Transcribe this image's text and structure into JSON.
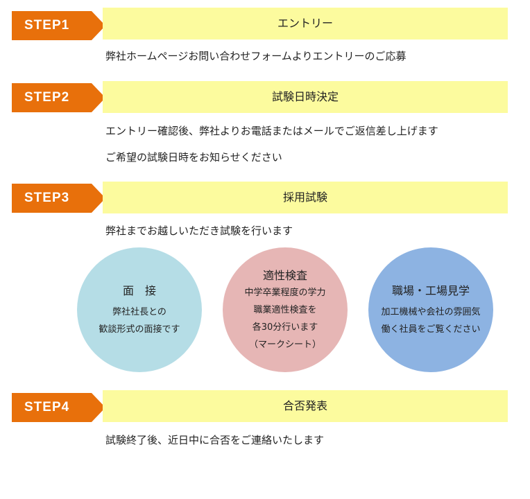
{
  "steps": [
    {
      "badge": "STEP1",
      "title": "エントリー",
      "lines": [
        "弊社ホームページお問い合わせフォームよりエントリーのご応募"
      ]
    },
    {
      "badge": "STEP2",
      "title": "試験日時決定",
      "lines": [
        "エントリー確認後、弊社よりお電話またはメールでご返信差し上げます",
        "ご希望の試験日時をお知らせください"
      ]
    },
    {
      "badge": "STEP3",
      "title": "採用試験",
      "lines": [
        "弊社までお越しいただき試験を行います"
      ]
    },
    {
      "badge": "STEP4",
      "title": "合否発表",
      "lines": [
        "試験終了後、近日中に合否をご連絡いたします"
      ]
    }
  ],
  "circles": [
    {
      "title": "面　接",
      "color": "#b5dde6",
      "lines": [
        "弊社社長との",
        "歓談形式の面接です"
      ]
    },
    {
      "title": "適性検査",
      "color": "#e6b6b5",
      "lines": [
        "中学卒業程度の学力",
        "職業適性検査を",
        "各30分行います",
        "（マークシート）"
      ]
    },
    {
      "title": "職場・工場見学",
      "color": "#8db3e2",
      "lines": [
        "加工機械や会社の雰囲気",
        "働く社員をご覧ください"
      ]
    }
  ],
  "colors": {
    "badge": "#e8700b",
    "bar": "#fcfb9e"
  }
}
